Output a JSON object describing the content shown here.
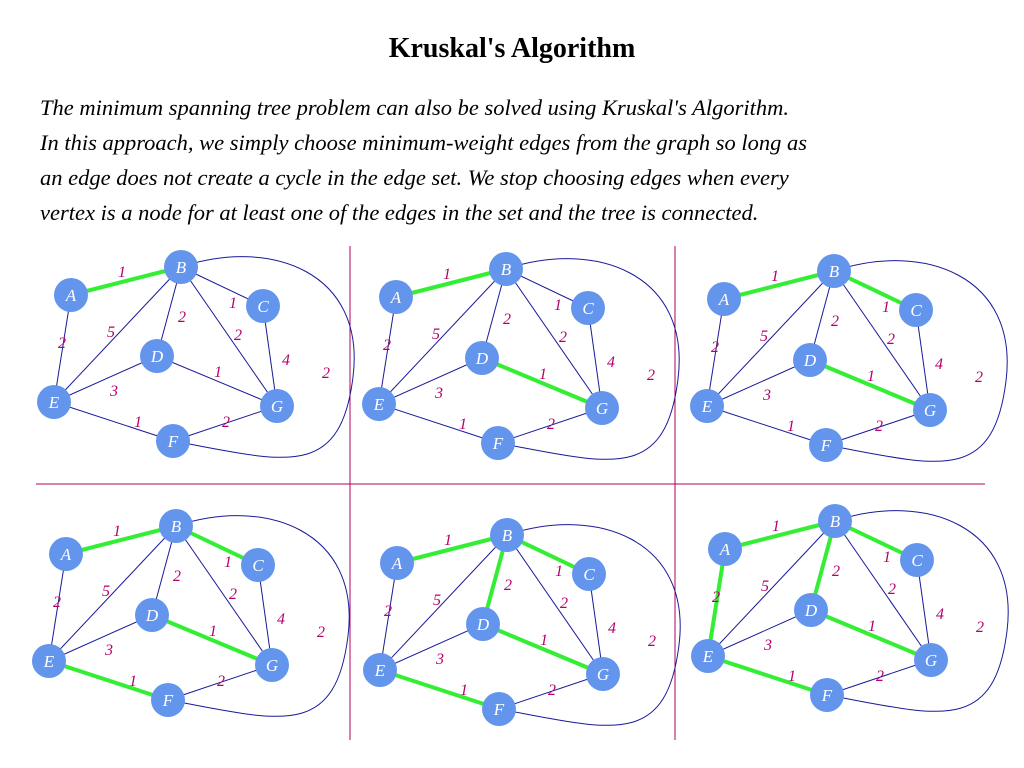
{
  "title": "Kruskal's Algorithm",
  "paragraph_lines": [
    "The minimum spanning tree problem can also be solved using Kruskal's Algorithm.",
    "In this approach, we simply choose minimum-weight edges from the graph so long as",
    "an edge does not create a cycle in the edge set.  We stop choosing edges when every",
    "vertex is a node for at least one of the edges in the set and the tree is connected."
  ],
  "colors": {
    "node_fill": "#6495ED",
    "node_label": "#ffffff",
    "edge": "#1a1a99",
    "highlight": "#33ee33",
    "weight_label": "#b5006b",
    "divider": "#b0005e"
  },
  "graph": {
    "vertices": [
      "A",
      "B",
      "C",
      "D",
      "E",
      "F",
      "G"
    ],
    "edges": [
      {
        "id": "AB",
        "from": "A",
        "to": "B",
        "weight": "1"
      },
      {
        "id": "AE",
        "from": "A",
        "to": "E",
        "weight": "2"
      },
      {
        "id": "BE",
        "from": "B",
        "to": "E",
        "weight": "5"
      },
      {
        "id": "BD",
        "from": "B",
        "to": "D",
        "weight": "2"
      },
      {
        "id": "BC",
        "from": "B",
        "to": "C",
        "weight": "1"
      },
      {
        "id": "BG",
        "from": "B",
        "to": "G",
        "weight": "2"
      },
      {
        "id": "CG",
        "from": "C",
        "to": "G",
        "weight": "4"
      },
      {
        "id": "DE",
        "from": "D",
        "to": "E",
        "weight": "3"
      },
      {
        "id": "DG",
        "from": "D",
        "to": "G",
        "weight": "1"
      },
      {
        "id": "EF",
        "from": "E",
        "to": "F",
        "weight": "1"
      },
      {
        "id": "FG",
        "from": "F",
        "to": "G",
        "weight": "2"
      },
      {
        "id": "BF",
        "from": "B",
        "to": "F",
        "weight": "2",
        "curved": true
      }
    ]
  },
  "steps": [
    {
      "highlighted": [
        "AB"
      ]
    },
    {
      "highlighted": [
        "AB",
        "DG"
      ]
    },
    {
      "highlighted": [
        "AB",
        "DG",
        "BC"
      ]
    },
    {
      "highlighted": [
        "AB",
        "DG",
        "BC",
        "EF"
      ]
    },
    {
      "highlighted": [
        "AB",
        "DG",
        "BC",
        "EF",
        "BD"
      ]
    },
    {
      "highlighted": [
        "AB",
        "DG",
        "BC",
        "EF",
        "BD",
        "AE"
      ]
    }
  ]
}
